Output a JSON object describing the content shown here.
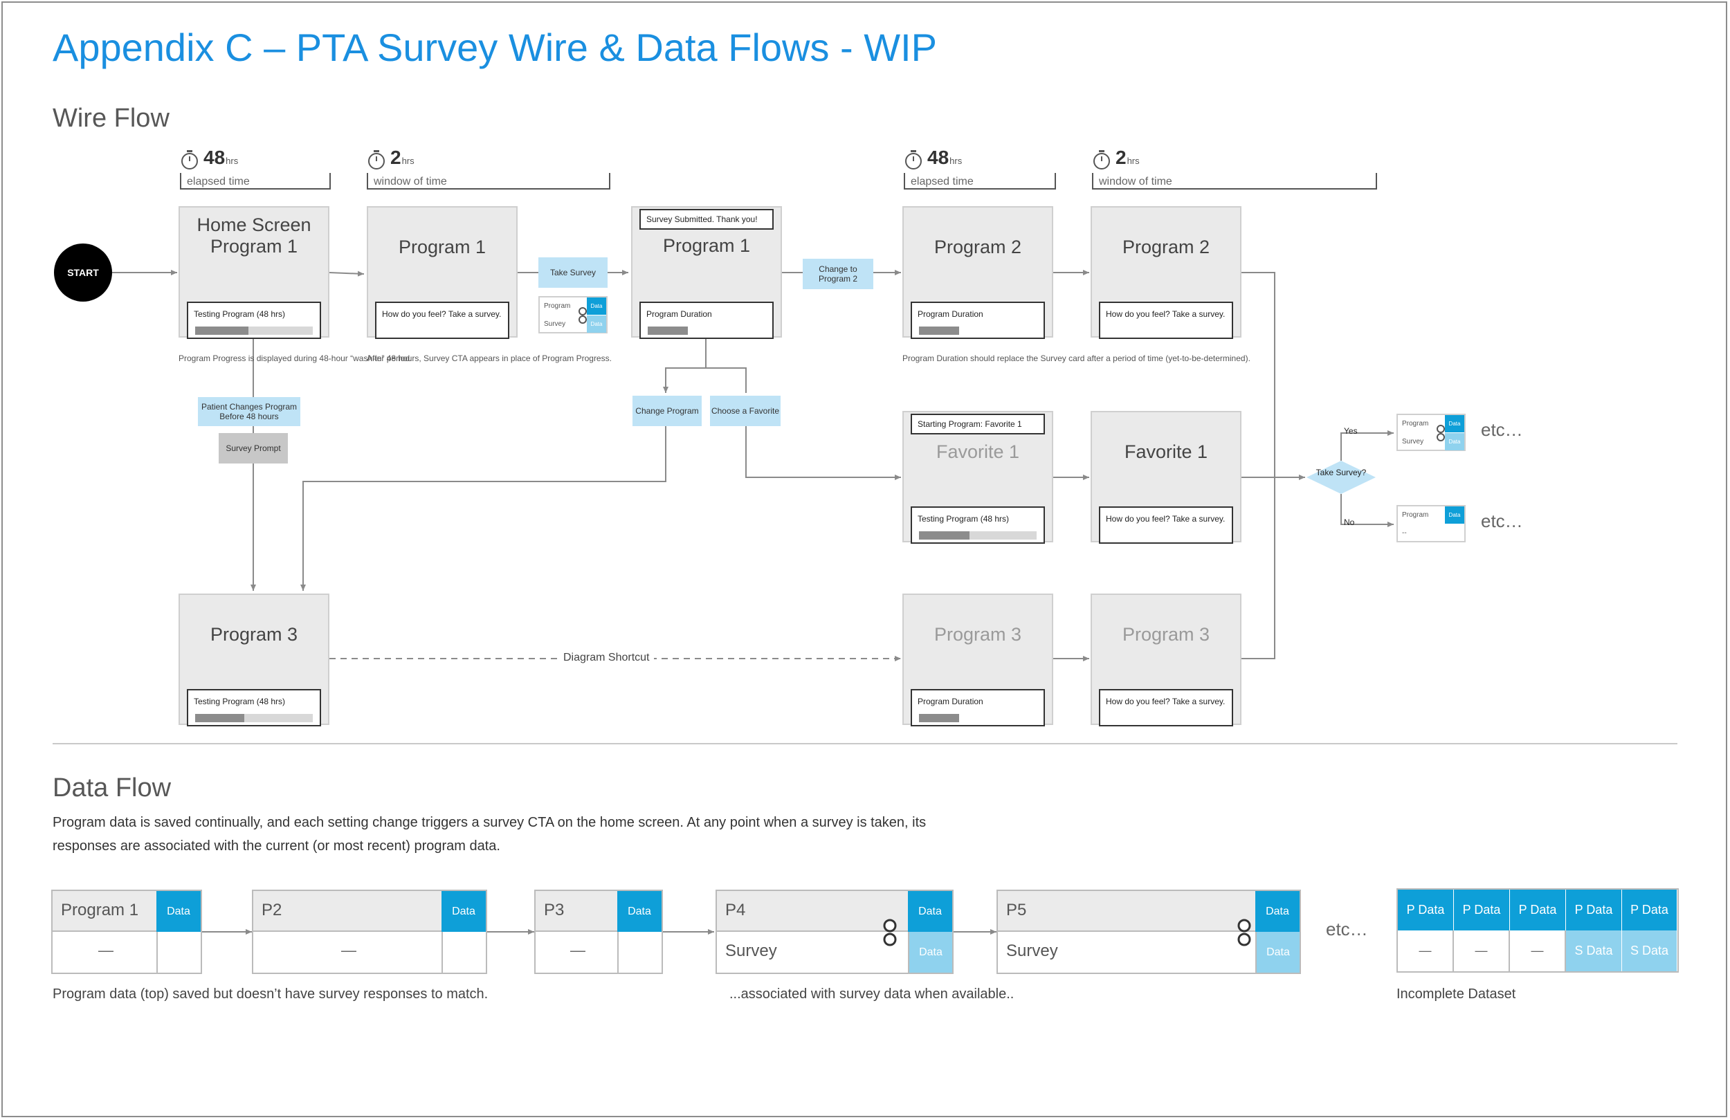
{
  "title": "Appendix C – PTA Survey Wire & Data Flows - WIP",
  "wire_flow": {
    "heading": "Wire Flow",
    "start": "START",
    "timers": [
      {
        "num": "48",
        "unit": "hrs",
        "label": "elapsed time"
      },
      {
        "num": "2",
        "unit": "hrs",
        "label": "window of time"
      },
      {
        "num": "48",
        "unit": "hrs",
        "label": "elapsed time"
      },
      {
        "num": "2",
        "unit": "hrs",
        "label": "window of time"
      }
    ],
    "screens": {
      "home": {
        "title": "Home Screen Program 1",
        "card": "Testing Program (48 hrs)",
        "progress": 0.45
      },
      "p1_survey": {
        "title": "Program 1",
        "card": "How do you feel? Take a survey."
      },
      "p1_done": {
        "banner": "Survey Submitted. Thank you!",
        "title": "Program 1",
        "card": "Program Duration"
      },
      "p2_a": {
        "title": "Program 2",
        "card": "Program Duration"
      },
      "p2_b": {
        "title": "Program 2",
        "card": "How do you feel? Take a survey."
      },
      "fav_a": {
        "banner": "Starting Program: Favorite 1",
        "title": "Favorite 1",
        "card": "Testing Program (48 hrs)",
        "progress": 0.43
      },
      "fav_b": {
        "title": "Favorite 1",
        "card": "How do you feel? Take a survey."
      },
      "p3_a": {
        "title": "Program 3",
        "card": "Testing Program (48 hrs)",
        "progress": 0.42
      },
      "p3_b": {
        "title": "Program 3",
        "card": "Program Duration"
      },
      "p3_c": {
        "title": "Program 3",
        "card": "How do you feel? Take a survey."
      }
    },
    "actions": {
      "take_survey": "Take Survey",
      "change_to_p2": "Change to Program 2",
      "change_program": "Change Program",
      "choose_favorite": "Choose a Favorite",
      "patient_changes": "Patient Changes Program Before 48 hours",
      "survey_prompt": "Survey Prompt"
    },
    "notes": {
      "progress": "Program Progress is displayed during 48-hour “wash-in” period.",
      "after48": "After 48 hours, Survey CTA appears in place of Program Progress.",
      "duration": "Program Duration should replace the Survey card after a period of time (yet-to-be-determined)."
    },
    "mini": {
      "program": "Program",
      "survey": "Survey",
      "data": "Data",
      "dash": "--"
    },
    "decision": "Take Survey?",
    "yes": "Yes",
    "no": "No",
    "etc": "etc…",
    "shortcut": "Diagram Shortcut"
  },
  "data_flow": {
    "heading": "Data Flow",
    "desc": "Program data is saved continually, and each setting change triggers a survey CTA on the home screen. At any point when a survey is taken, its responses are associated with the current (or most recent)  program data.",
    "boxes": [
      {
        "name": "Program 1",
        "bottom": "—",
        "data": "Data"
      },
      {
        "name": "P2",
        "bottom": "—",
        "data": "Data"
      },
      {
        "name": "P3",
        "bottom": "—",
        "data": "Data"
      },
      {
        "name": "P4",
        "bottom": "Survey",
        "data": "Data",
        "sdata": "Data"
      },
      {
        "name": "P5",
        "bottom": "Survey",
        "data": "Data",
        "sdata": "Data"
      }
    ],
    "etc": "etc…",
    "grid": {
      "top": [
        "P Data",
        "P Data",
        "P Data",
        "P Data",
        "P Data"
      ],
      "bottom": [
        "—",
        "—",
        "—",
        "S Data",
        "S Data"
      ]
    },
    "captions": {
      "left": "Program data (top) saved but doesn’t have survey responses to match.",
      "mid": "...associated with survey data when available..",
      "right": "Incomplete Dataset"
    }
  },
  "colors": {
    "title": "#1a8fe0",
    "pill": "#bfe3f6",
    "data_dark": "#0e9fd8",
    "data_light": "#8fd2ee"
  }
}
